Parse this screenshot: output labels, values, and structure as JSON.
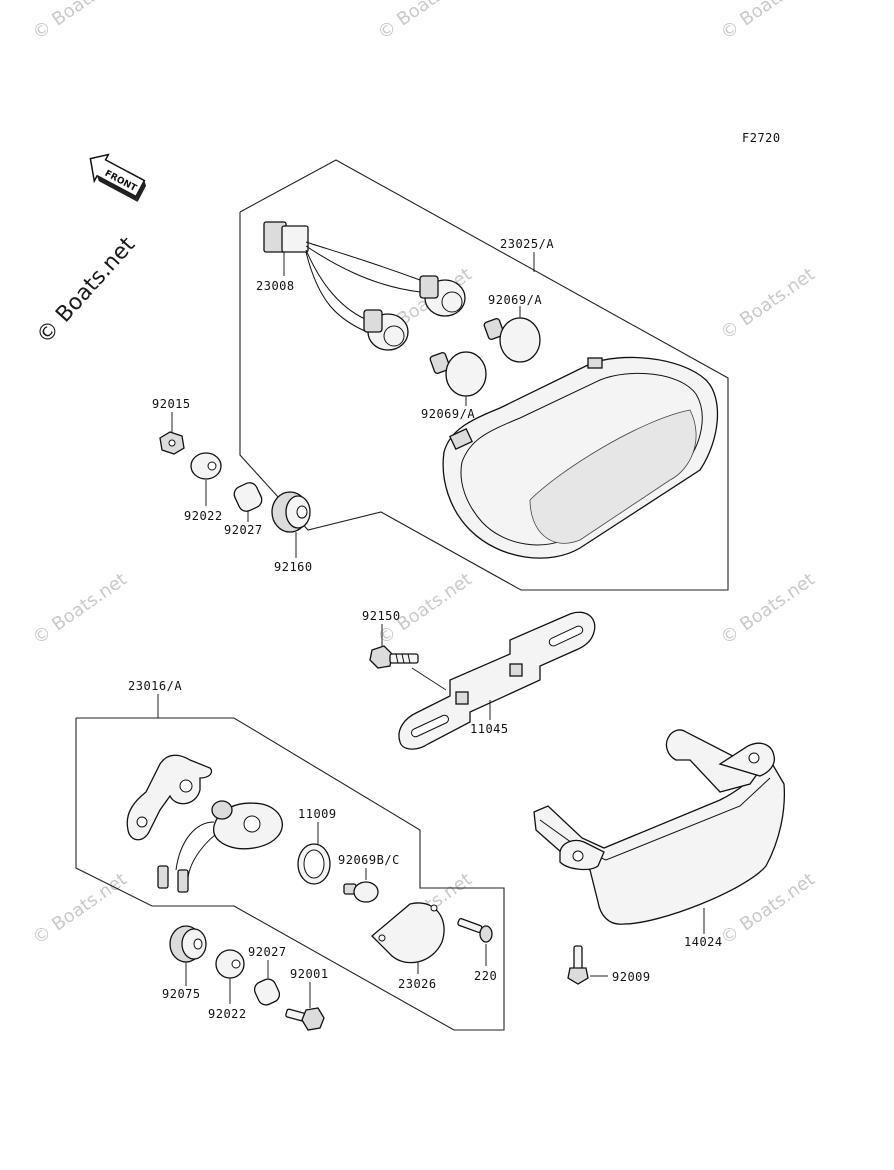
{
  "figure_code": "F2720",
  "front_label": "FRONT",
  "watermark": "© Boats.net",
  "parts": {
    "p23025A": "23025/A",
    "p23008": "23008",
    "p92069A_top": "92069/A",
    "p92069A_bottom": "92069/A",
    "p92015": "92015",
    "p92022_top": "92022",
    "p92027_top": "92027",
    "p92160": "92160",
    "p92150": "92150",
    "p11045": "11045",
    "p23016A": "23016/A",
    "p11009": "11009",
    "p92069BC": "92069B/C",
    "p23026": "23026",
    "p220": "220",
    "p92075": "92075",
    "p92022_bottom": "92022",
    "p92027_bottom": "92027",
    "p92001": "92001",
    "p14024": "14024",
    "p92009": "92009"
  }
}
